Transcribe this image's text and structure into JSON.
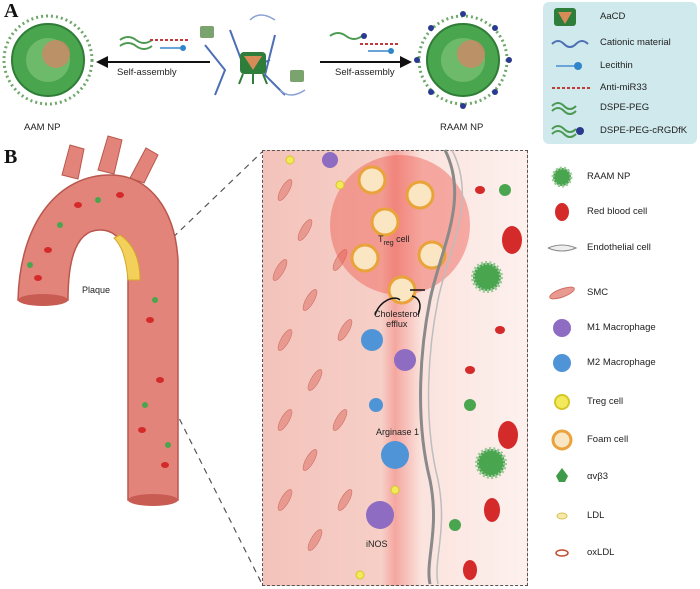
{
  "panels": {
    "a": "A",
    "b": "B"
  },
  "panel_a": {
    "left_particle": "AAM NP",
    "right_particle": "RAAM NP",
    "left_arrow": "Self-assembly",
    "right_arrow": "Self-assembly",
    "legend": [
      "AaCD",
      "Cationic material",
      "Lecithin",
      "Anti-miR33",
      "DSPE-PEG",
      "DSPE-PEG-cRGDfK"
    ]
  },
  "panel_b": {
    "artery_label": "Plaque",
    "scene_labels": {
      "treg": "T",
      "treg_sub": "reg",
      "treg_suffix": " cell",
      "cholesterol": "Cholesterol\nefflux",
      "arginase": "Arginase 1",
      "inos": "iNOS"
    },
    "legend": [
      "RAAM NP",
      "Red blood cell",
      "Endothelial cell",
      "SMC",
      "M1 Macrophage",
      "M2 Macrophage",
      "Treg cell",
      "Foam cell",
      "αvβ3",
      "LDL",
      "oxLDL"
    ]
  },
  "colors": {
    "legend_box": "#cfe9ec",
    "vessel": "#e3847a",
    "scene_bg": "#f7d2cc",
    "core_green": "#3f9b4a",
    "rbc": "#d42a2a"
  }
}
